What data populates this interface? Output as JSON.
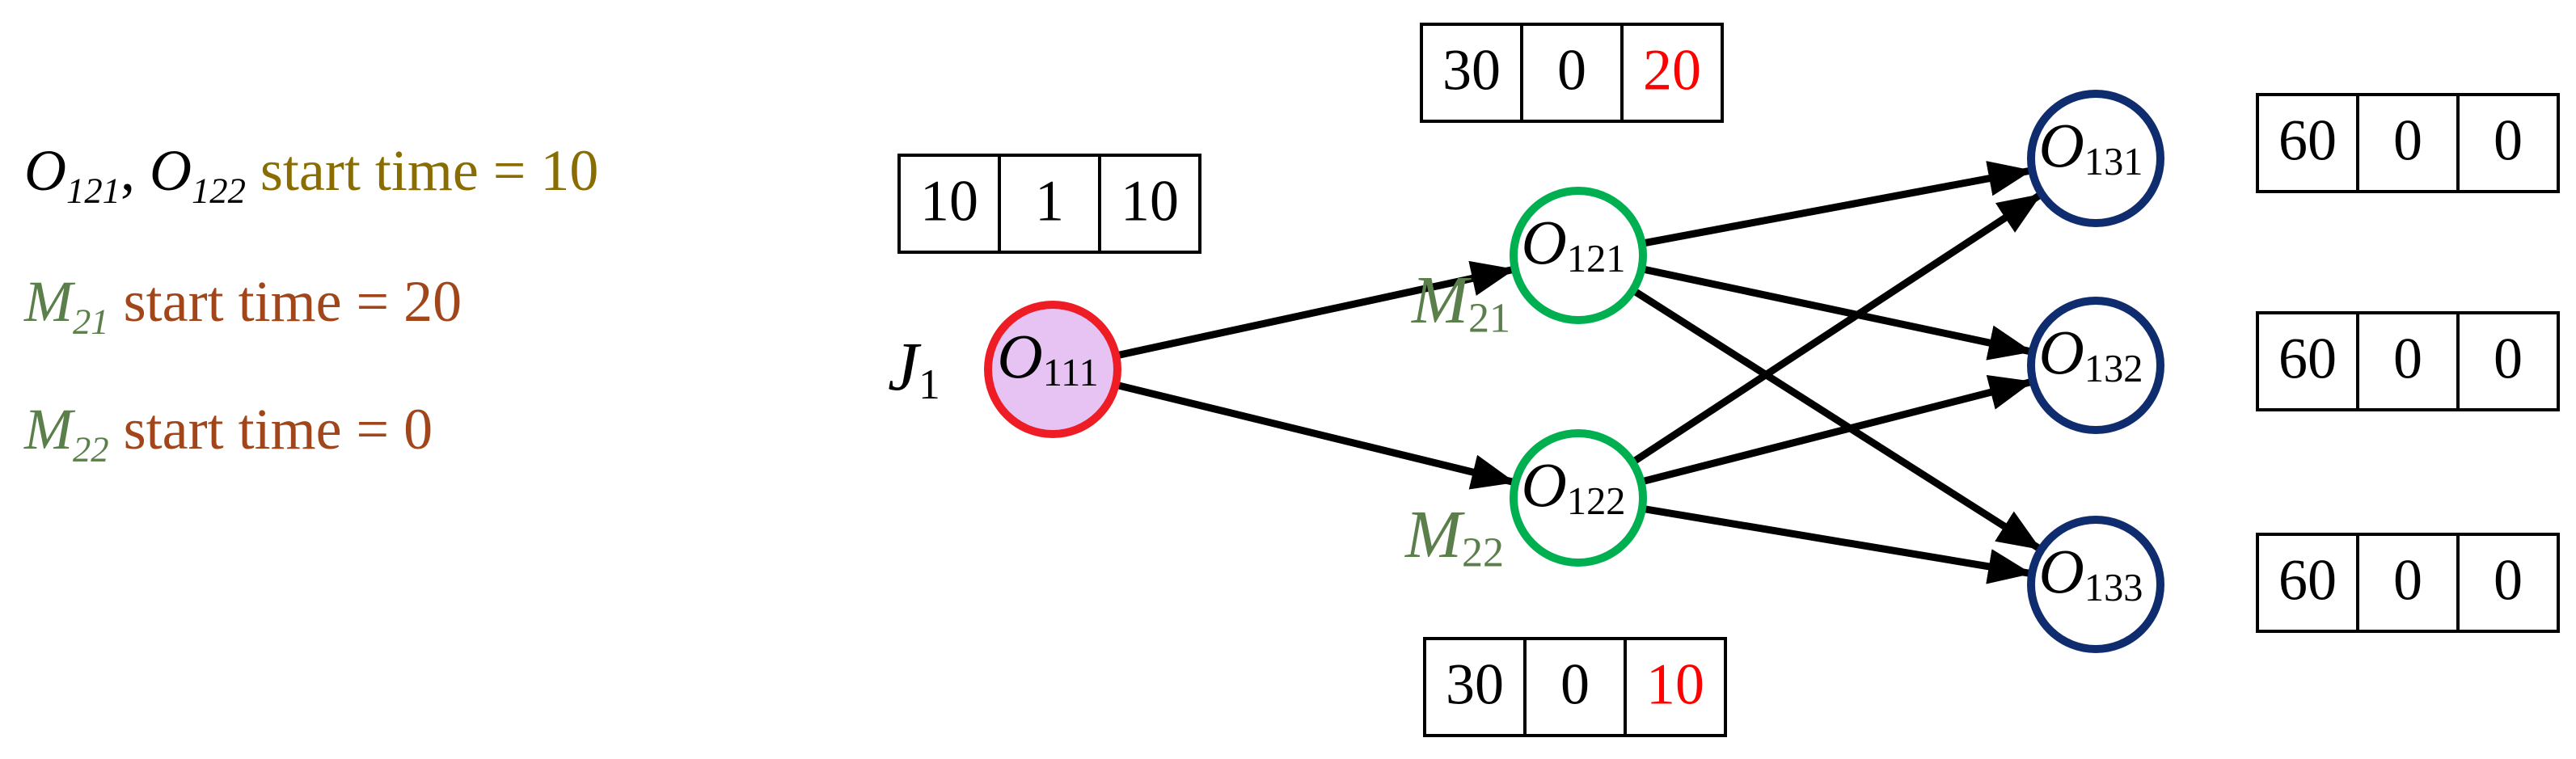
{
  "notes": {
    "line1": {
      "ops": [
        {
          "main": "O",
          "sub": "121"
        },
        {
          "main": "O",
          "sub": "122"
        }
      ],
      "separator": ", ",
      "text": " start time = 10"
    },
    "line2": {
      "main": "M",
      "sub": "21",
      "text": " start time = 20"
    },
    "line3": {
      "main": "M",
      "sub": "22",
      "text": " start time = 0"
    }
  },
  "colors": {
    "note_line1": "#8a6d00",
    "note_text": "#a0461a",
    "machine_label": "#5a7f4a",
    "node_start_stroke": "#ee1c25",
    "node_start_fill": "#e7c3f3",
    "node_mid_stroke": "#00b050",
    "node_end_stroke": "#0f2d6e",
    "arrow": "#000000",
    "highlight_value": "#ff0000"
  },
  "job_label": {
    "main": "J",
    "sub": "1"
  },
  "nodes": [
    {
      "id": "o111",
      "main": "O",
      "sub": "111",
      "kind": "start"
    },
    {
      "id": "o121",
      "main": "O",
      "sub": "121",
      "kind": "mid"
    },
    {
      "id": "o122",
      "main": "O",
      "sub": "122",
      "kind": "mid"
    },
    {
      "id": "o131",
      "main": "O",
      "sub": "131",
      "kind": "end"
    },
    {
      "id": "o132",
      "main": "O",
      "sub": "132",
      "kind": "end"
    },
    {
      "id": "o133",
      "main": "O",
      "sub": "133",
      "kind": "end"
    }
  ],
  "machine_labels": [
    {
      "node": "o121",
      "main": "M",
      "sub": "21"
    },
    {
      "node": "o122",
      "main": "M",
      "sub": "22"
    }
  ],
  "edges": [
    {
      "from": "o111",
      "to": "o121"
    },
    {
      "from": "o111",
      "to": "o122"
    },
    {
      "from": "o121",
      "to": "o131"
    },
    {
      "from": "o121",
      "to": "o132"
    },
    {
      "from": "o121",
      "to": "o133"
    },
    {
      "from": "o122",
      "to": "o131"
    },
    {
      "from": "o122",
      "to": "o132"
    },
    {
      "from": "o122",
      "to": "o133"
    }
  ],
  "value_boxes": [
    {
      "node": "o111",
      "cells": [
        "10",
        "1",
        "10"
      ],
      "highlight_last": false
    },
    {
      "node": "o121",
      "cells": [
        "30",
        "0",
        "20"
      ],
      "highlight_last": true
    },
    {
      "node": "o122",
      "cells": [
        "30",
        "0",
        "10"
      ],
      "highlight_last": true
    },
    {
      "node": "o131",
      "cells": [
        "60",
        "0",
        "0"
      ],
      "highlight_last": false
    },
    {
      "node": "o132",
      "cells": [
        "60",
        "0",
        "0"
      ],
      "highlight_last": false
    },
    {
      "node": "o133",
      "cells": [
        "60",
        "0",
        "0"
      ],
      "highlight_last": false
    }
  ]
}
